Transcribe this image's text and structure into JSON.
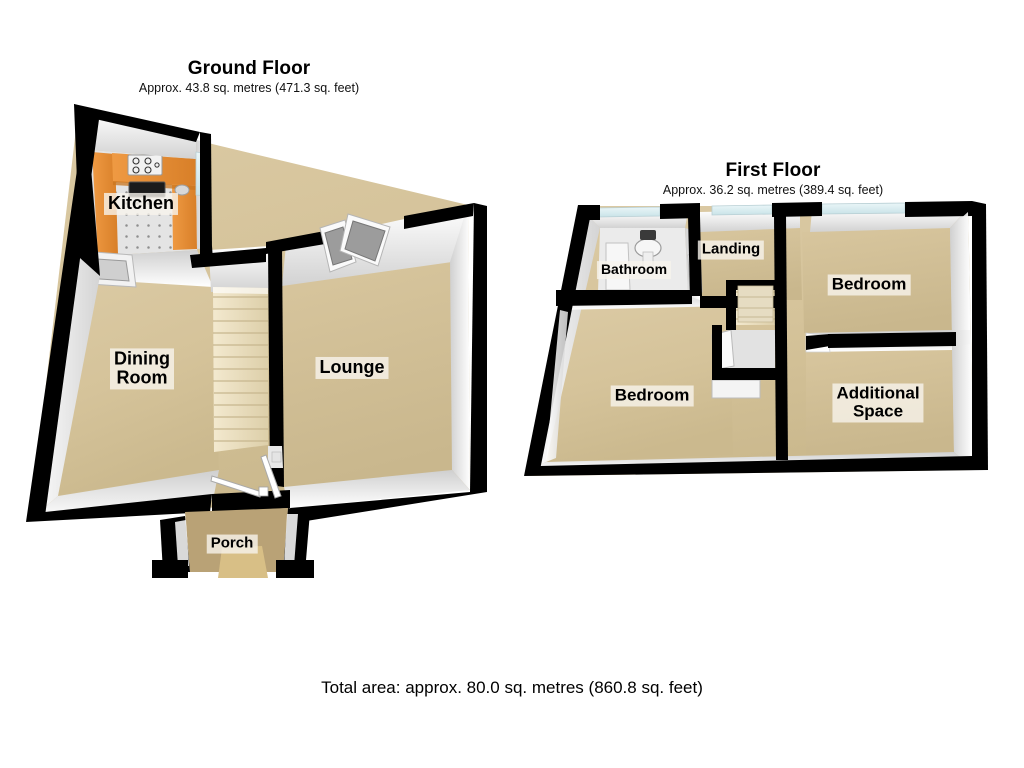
{
  "document": {
    "type": "floor-plan",
    "total_area_text": "Total area: approx. 80.0 sq. metres (860.8 sq. feet)",
    "background_color": "#ffffff"
  },
  "floors": [
    {
      "id": "ground",
      "title": "Ground Floor",
      "subtitle": "Approx. 43.8 sq. metres (471.3 sq. feet)",
      "area_sq_metres": "43.8",
      "area_sq_feet": "471.3",
      "rooms": [
        {
          "id": "kitchen",
          "label": "Kitchen"
        },
        {
          "id": "dining-room",
          "label": "Dining\nRoom"
        },
        {
          "id": "lounge",
          "label": "Lounge"
        },
        {
          "id": "porch",
          "label": "Porch"
        }
      ]
    },
    {
      "id": "first",
      "title": "First Floor",
      "subtitle": "Approx. 36.2 sq. metres (389.4 sq. feet)",
      "area_sq_metres": "36.2",
      "area_sq_feet": "389.4",
      "rooms": [
        {
          "id": "bathroom",
          "label": "Bathroom"
        },
        {
          "id": "landing",
          "label": "Landing"
        },
        {
          "id": "bedroom-front",
          "label": "Bedroom"
        },
        {
          "id": "bedroom-rear",
          "label": "Bedroom"
        },
        {
          "id": "additional-space",
          "label": "Additional\nSpace"
        }
      ]
    }
  ],
  "colors": {
    "wall_outline": "#000000",
    "wall_face": "#ffffff",
    "wall_shade": "#d9d9d9",
    "carpet": "#d6c49b",
    "carpet_dark": "#c6b48c",
    "kitchen_units": "#e8933c",
    "kitchen_floor": "#e2e2e2",
    "stair_tread": "#efe3c4",
    "stair_riser": "#d8c9a4",
    "bathroom_floor": "#ededed",
    "glass": "#dceef2",
    "porch_floor": "#c9b083",
    "label_plate": "#f7f4ec"
  }
}
